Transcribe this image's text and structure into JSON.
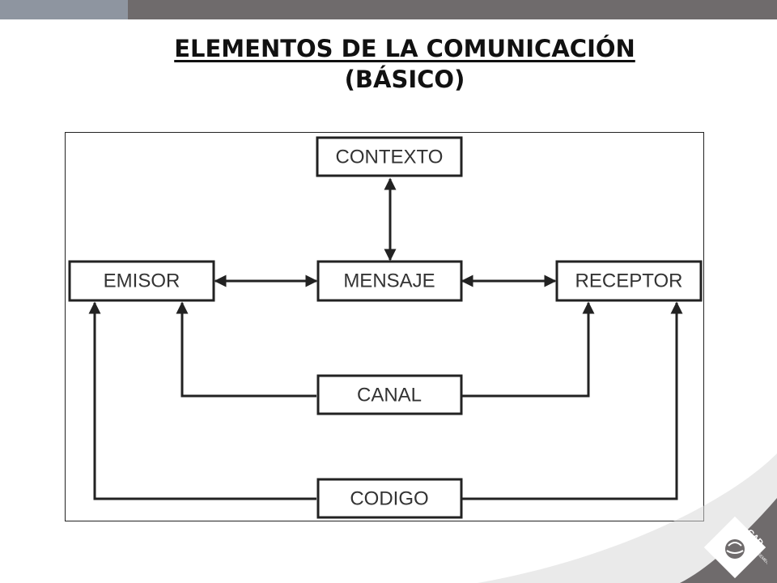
{
  "title": {
    "line1": "ELEMENTOS DE LA COMUNICACIÓN",
    "line2": "(BÁSICO)"
  },
  "diagram": {
    "nodes": {
      "contexto": "CONTEXTO",
      "emisor": "EMISOR",
      "mensaje": "MENSAJE",
      "receptor": "RECEPTOR",
      "canal": "CANAL",
      "codigo": "CODIGO"
    },
    "edges": [
      {
        "from": "contexto",
        "to": "mensaje",
        "type": "bidirectional"
      },
      {
        "from": "emisor",
        "to": "mensaje",
        "type": "bidirectional"
      },
      {
        "from": "mensaje",
        "to": "receptor",
        "type": "bidirectional"
      },
      {
        "from": "canal",
        "to": "emisor",
        "type": "directed"
      },
      {
        "from": "canal",
        "to": "receptor",
        "type": "directed"
      },
      {
        "from": "codigo",
        "to": "emisor",
        "type": "directed"
      },
      {
        "from": "codigo",
        "to": "receptor",
        "type": "directed"
      }
    ]
  },
  "logo": {
    "text": "CAD",
    "subtext": "MANAGEMENT"
  },
  "colors": {
    "topbar": "#6f6b6c",
    "topbar_tab": "#8e95a0",
    "wave_gray": "#6f6b6c"
  }
}
